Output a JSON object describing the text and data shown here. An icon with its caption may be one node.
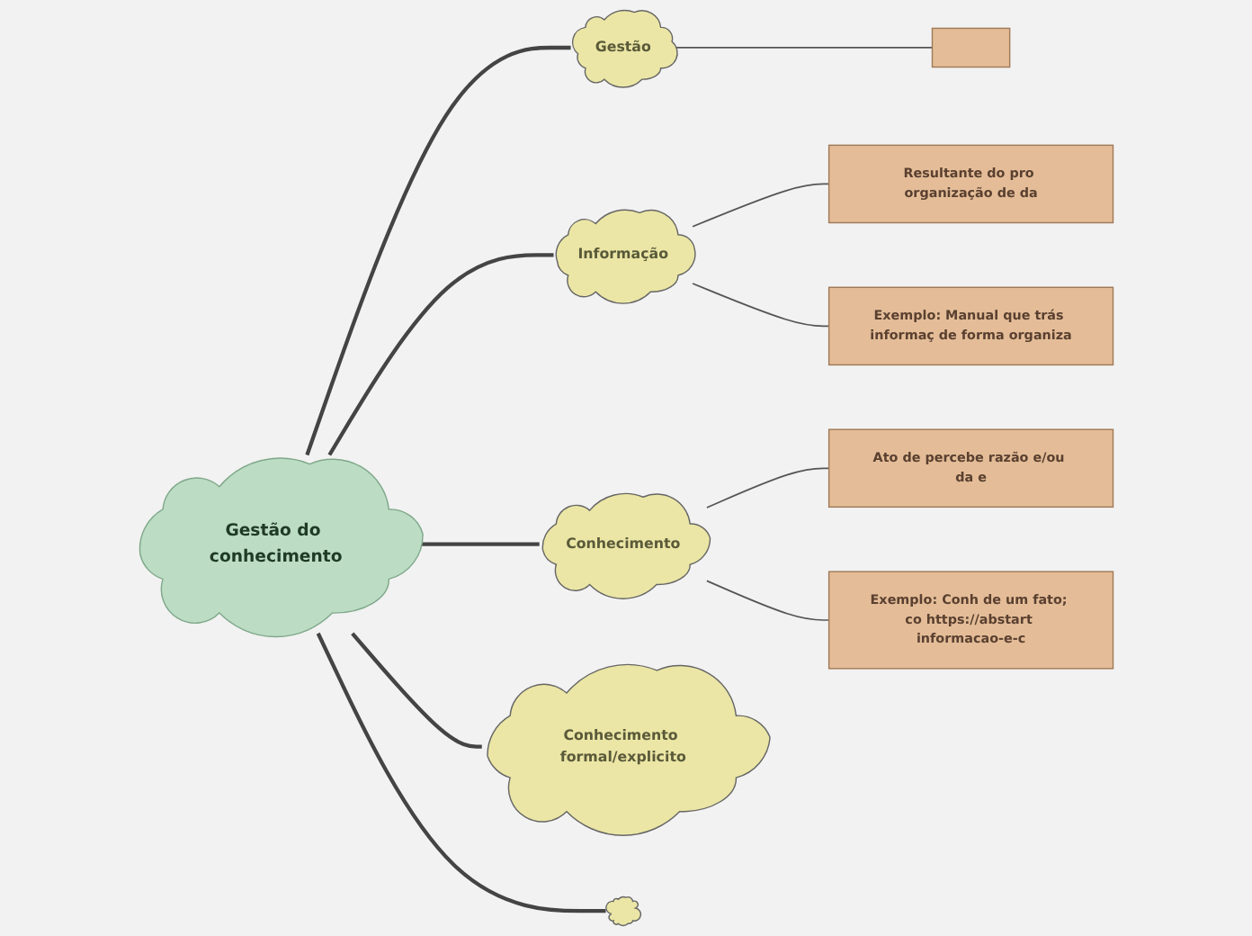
{
  "diagram": {
    "nodes": [
      {
        "text": [
          "Gestão do conhecimento"
        ]
      },
      {
        "text": [
          "Gestão"
        ]
      },
      {
        "text": [],
        "shape": "box"
      },
      {
        "text": [
          "Informação"
        ]
      },
      {
        "text": [
          "Resultante do pro organização de da"
        ]
      },
      {
        "text": [
          "Exemplo: Manual que trás informaç de forma organiza"
        ]
      },
      {
        "text": [
          "Conhecimento"
        ]
      },
      {
        "text": [
          "Ato de percebe razão e/ou da e"
        ]
      },
      {
        "text": [
          "Exemplo: Conh de um fato; co https://abstart informacao-e-c"
        ]
      },
      {
        "text": [
          "Conhecimento formal/explicito"
        ]
      },
      {
        "text": [],
        "shape": "cloud"
      }
    ],
    "edges": [
      {
        "from": 0,
        "to": 1,
        "arrow": "none"
      },
      {
        "from": 0,
        "to": 3,
        "arrow": "none"
      },
      {
        "from": 0,
        "to": 6,
        "arrow": "none"
      },
      {
        "from": 0,
        "to": 9,
        "arrow": "none"
      },
      {
        "from": 0,
        "to": 10,
        "arrow": "none"
      },
      {
        "from": 1,
        "to": 2,
        "arrow": "none"
      },
      {
        "from": 3,
        "to": 4,
        "arrow": "none"
      },
      {
        "from": 3,
        "to": 5,
        "arrow": "none"
      },
      {
        "from": 6,
        "to": 7,
        "arrow": "none"
      },
      {
        "from": 6,
        "to": 8,
        "arrow": "none"
      }
    ]
  }
}
